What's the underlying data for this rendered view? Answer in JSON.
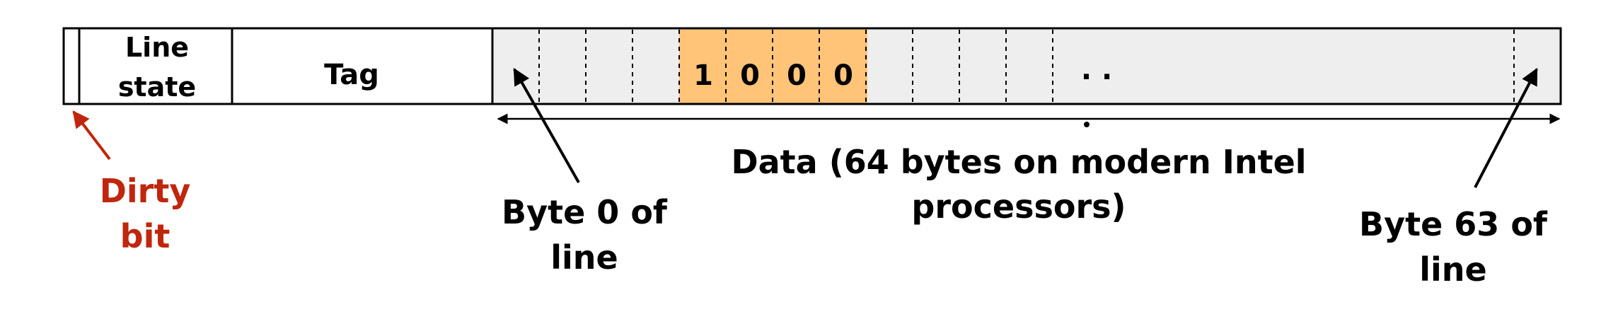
{
  "cache_line": {
    "line_state_label_1": "Line",
    "line_state_label_2": "state",
    "tag_label": "Tag",
    "highlighted_bytes": [
      "1",
      "0",
      "0",
      "0"
    ],
    "ellipsis": ". ."
  },
  "annotations": {
    "dirty_bit_1": "Dirty",
    "dirty_bit_2": "bit",
    "data_1": "Data  (64 bytes on modern Intel",
    "data_2": "processors)",
    "byte0_1": "Byte 0 of",
    "byte0_2": "line",
    "byte63_1": "Byte 63 of",
    "byte63_2": "line"
  },
  "colors": {
    "data_fill": "#eeeeee",
    "highlight_fill": "#ffc478",
    "dirty_red": "#c0260e",
    "stroke": "#000000"
  }
}
